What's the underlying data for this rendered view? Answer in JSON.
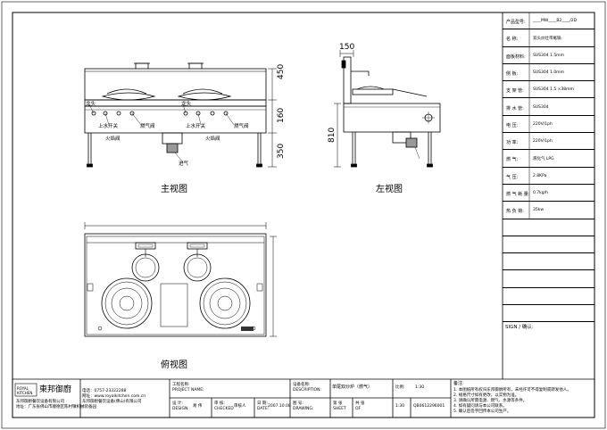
{
  "views": {
    "front_title": "主视图",
    "left_title": "左视图",
    "top_title": "俯视图"
  },
  "dimensions": {
    "top_w": "150",
    "h450": "450",
    "h160": "160",
    "h350": "350",
    "h810": "810"
  },
  "front_labels": {
    "l1": "龙头",
    "l2": "上水开关",
    "l3": "燃气阀",
    "l4": "龙头",
    "l5": "上水开关",
    "l6": "燃气阀",
    "l7": "火焰阀",
    "l8": "火焰阀",
    "l9": "进气"
  },
  "spec_table": {
    "rows": [
      {
        "k": "产品型号:",
        "v": "____MW____B2____/2D"
      },
      {
        "k": "名  称:",
        "v": "双头炒灶带尾锅"
      },
      {
        "k": "面板材料:",
        "v": "SUS304 1.5mm"
      },
      {
        "k": "侧  板:",
        "v": "SUS304 1.0mm"
      },
      {
        "k": "支 架 管:",
        "v": "SUS304 1.5 ×38mm"
      },
      {
        "k": "排 水 管:",
        "v": "SUS304"
      },
      {
        "k": "电  压:",
        "v": "220V/1ph"
      },
      {
        "k": "功 率:",
        "v": "220V/1ph"
      },
      {
        "k": "燃  气:",
        "v": "液化气 LPG"
      },
      {
        "k": "气  压:",
        "v": "2.8KPa"
      },
      {
        "k": "燃 气 耗 量:",
        "v": "0.7kg/h"
      },
      {
        "k": "热 负 荷:",
        "v": "35kw"
      },
      {
        "k": "",
        "v": ""
      },
      {
        "k": "",
        "v": ""
      },
      {
        "k": "",
        "v": ""
      },
      {
        "k": "",
        "v": ""
      },
      {
        "k": "",
        "v": ""
      },
      {
        "k": "",
        "v": ""
      }
    ],
    "sign": "SIGN / 确认:"
  },
  "title_block": {
    "brand_en1": "ROYAL",
    "brand_en2": "KITCHEN",
    "brand_cn": "東邦御廚",
    "company_line1": "东邦御厨餐饮设备有限公司",
    "company_line2": "地址：广东省佛山市顺德区陈村镇机械装备园",
    "company_line3": "电话：0757-23322288",
    "company_line4": "网址：www.royalkitchen.com.cn",
    "company_small": "东邦御厨餐饮设备(佛山)有限公司",
    "project_name_k": "工程名称:",
    "project_name_v": "PROJECT NAME:",
    "equip_k": "设备名称:",
    "equip_v": "DESCRIPTION:",
    "equip_name": "单尾双炒炉（燃气）",
    "scale_k": "比例:",
    "scale_v": "1:30",
    "design_k": "设 计:",
    "design_v": "DESIGN",
    "design_name": "易 伟",
    "check_k": "审 核:",
    "check_v": "CHECKED",
    "check_name": "审核人",
    "date_k": "日 期:",
    "date_v": "DATE:",
    "date_val": "2007.10.08",
    "drawing_k": "图 号:",
    "drawing_v": "DRAWING:",
    "drawing_val": "",
    "sheet_k": "第 张",
    "sheet_v": "SHEET",
    "total_k": "共 张",
    "total_v": "OF",
    "draw_no": "QB0612296001",
    "notes_title": "备注:",
    "notes": [
      "1. 本图纸所有权归东邦御厨所有，未经许可不得复制或转发他人。",
      "2. 规格尺寸如有更改，以实物为准。",
      "3. 请确认所需电源、燃气、水源等条件。",
      "4. 如有疑问请与本公司联系。",
      "5. 确认后签字回传本公司生产。"
    ]
  }
}
